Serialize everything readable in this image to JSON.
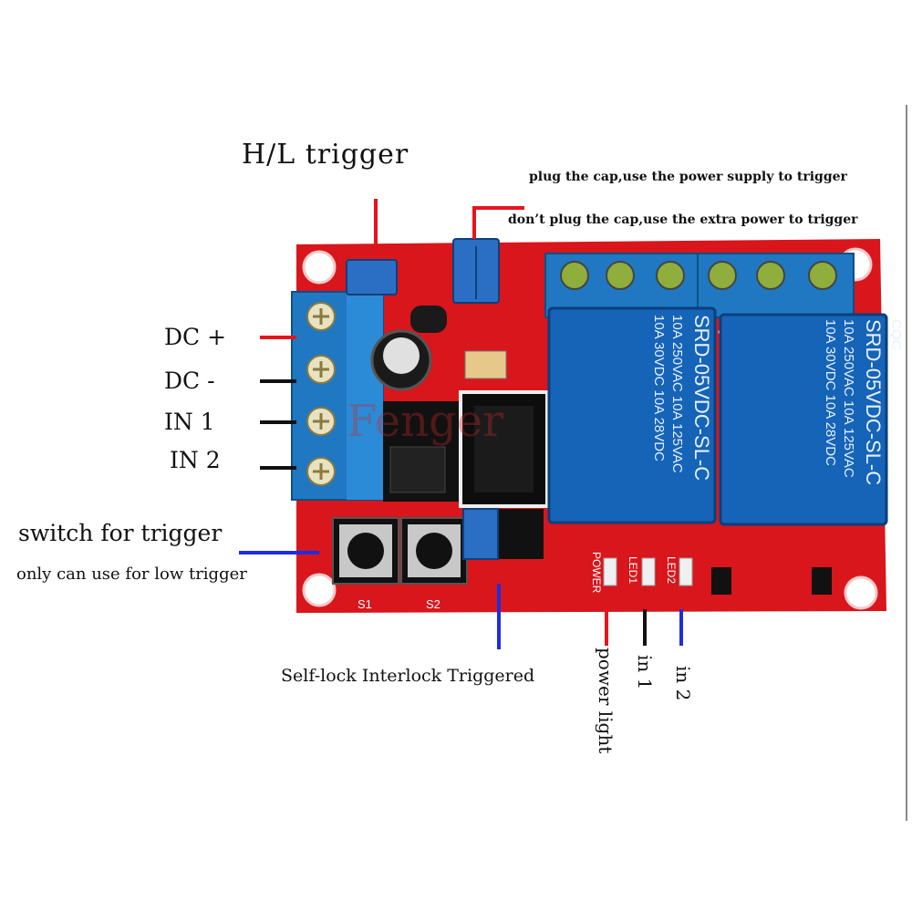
{
  "labels": {
    "hl_trigger": "H/L trigger",
    "plug_cap": "plug the cap,use the power supply to trigger",
    "dont_plug_cap": "don’t plug the cap,use the extra power to trigger",
    "dc_plus": "DC +",
    "dc_minus": "DC -",
    "in1": "IN 1",
    "in2": "IN 2",
    "switch_trigger": "switch for trigger",
    "low_trigger_only": "only can use for low trigger",
    "mode_select": "Self-lock Interlock Triggered",
    "power_light": "power light",
    "in1_led": "in 1",
    "in2_led": "in 2"
  },
  "board": {
    "relay_model": "SRD-05VDC-SL-C",
    "relay_rating_1": "10A 250VAC  10A 125VAC",
    "relay_rating_2": "10A 30VDC   10A 28VDC",
    "relay_mark": "CQC",
    "button_1": "S1",
    "button_2": "S2",
    "silk_power": "POWER",
    "silk_led1": "LED1",
    "silk_led2": "LED2",
    "watermark": "Fenger"
  },
  "colors": {
    "pcb": "#d8161c",
    "terminal": "#1f78c1",
    "relay": "#1564b8",
    "red_line": "#e8141b",
    "blue_line": "#1d2ee0",
    "black_line": "#111111"
  }
}
